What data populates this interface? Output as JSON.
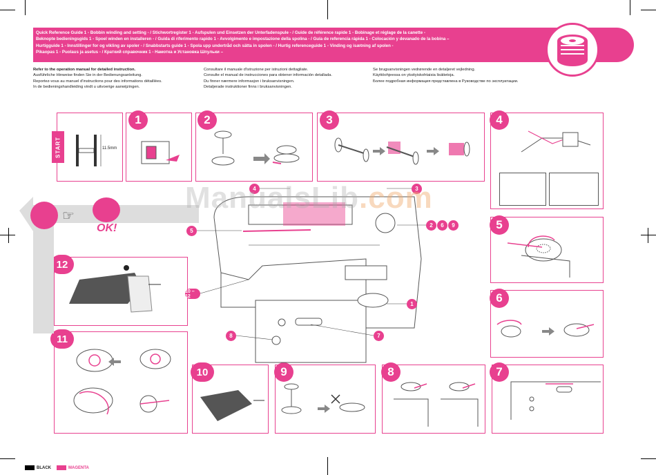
{
  "banner": {
    "lines": [
      "Quick Reference Guide 1 - Bobbin winding and setting - / Stichwortregister 1 - Aufspulen und Einsetzen der Unterfadenspule - / Guide de référence rapide 1 - Bobinage et réglage de la canette -",
      "Beknopte bedieningsgids 1 - Spoel winden en installeren - / Guida di riferimento rapido 1 - Avvolgimento e impostazione della spolina - / Guía de referencia rápida 1 - Colocación y devanado de la bobina –",
      "Hurtigguide 1 - Innstillinger for og vikling av spoler - / Snabbstarts guide 1 - Spola upp undertråd och sätta in spolen - / Hurtig referenceguide 1 - Vinding og isætning af spolen -",
      "Pikaopas 1 - Puolaus ja asetus - / Краткий справочник 1 - Намотка и Установка Шпульки –"
    ]
  },
  "instructions": {
    "col1": [
      "Refer to the operation manual for detailed instruction.",
      "Ausführliche Hinweise finden Sie in der Bedienungsanleitung.",
      "Reportez-vous au manuel d'instructions pour des informations détaillées.",
      "In de bedieningshandleiding vindt u uitvoerige aanwijzingen."
    ],
    "col2": [
      "Consultare il manuale d'istruzione per istruzioni dettagliate.",
      "Consulte el manual de instrucciones para obtener información detallada.",
      "Du finner nærmere informasjon i bruksanvisningen.",
      "Detaljerade instruktioner finns i bruksanvisningen."
    ],
    "col3": [
      "Se brugsanvisningen vedrørende en detaljeret vejledning.",
      "Käyttöohjeessa on yksityiskohtaisia lisätietoja.",
      "Более подробная информация представлена в Руководстве по эксплуатации."
    ]
  },
  "start": {
    "label": "START",
    "dimension": "11.5mm"
  },
  "steps": [
    "1",
    "2",
    "3",
    "4",
    "5",
    "6",
    "7",
    "8",
    "9",
    "10",
    "11",
    "12"
  ],
  "callouts": [
    "4",
    "3",
    "5",
    "2",
    "6",
    "9",
    "10",
    "12",
    "1",
    "8",
    "7"
  ],
  "callout_range": "10 – 12",
  "ok_label": "OK!",
  "watermark": {
    "part1": "ManualsLib",
    "part2": ".com"
  },
  "footer": {
    "black": "BLACK",
    "magenta": "MAGENTA"
  },
  "colors": {
    "accent": "#e8408f",
    "black": "#000000"
  }
}
